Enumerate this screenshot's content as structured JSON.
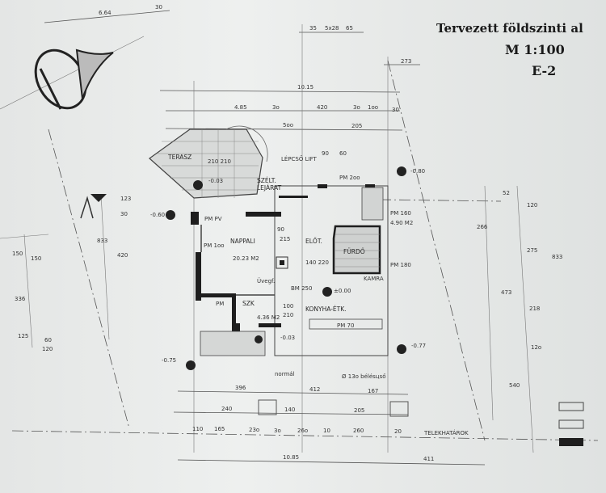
{
  "title": {
    "text": "Tervezett földszinti al",
    "scale": "M 1:100",
    "sheet": "E-2"
  },
  "top_dims": [
    "6.64",
    "30",
    "35",
    "5x28",
    "65",
    "273",
    "10.15",
    "4.85",
    "3o",
    "420",
    "3o",
    "1oo",
    "30",
    "5oo",
    "205"
  ],
  "rooms": {
    "terasz": "TERASZ",
    "szelfogo": "SZÉLT.",
    "lejarat": "LEJÁRAT",
    "lepcso": "LÉPCSŐ LIFT",
    "nappali": "NAPPALI",
    "nappali_area": "20.23 M2",
    "eloter": "ELŐT.",
    "furdo": "FÜRDŐ",
    "kamra": "KAMRA",
    "konyha": "KONYHA-ÉTK.",
    "szk": "SZK",
    "szk_area": "4.36 M2",
    "furdo_area": "4.90 M2",
    "ureg": "Üvegf.",
    "telekhatarok": "TELEKHATÁROK",
    "belesco": "Ø 13o bélésцső",
    "normal": "normál"
  },
  "markers": {
    "pm_200": "PM 2oo",
    "pm_pv": "PM PV",
    "pm_100": "PM 1oo",
    "pm_160": "PM 160",
    "pm_180": "PM 180",
    "pm": "PM",
    "pm_70": "PM 70",
    "bm_250": "BM 250"
  },
  "levels": [
    "-0.80",
    "-0.60",
    "-0.03",
    "±0.00",
    "-0.75",
    "-0.77",
    "-0.03"
  ],
  "inner_dims": [
    "90",
    "60",
    "90",
    "215",
    "140 220",
    "210 210",
    "100",
    "210"
  ],
  "bottom_dims": [
    "396",
    "412",
    "167",
    "240",
    "140",
    "205",
    "110",
    "165",
    "23o",
    "3o",
    "26o",
    "10",
    "260",
    "20",
    "10.85",
    "411"
  ],
  "left_dims": [
    "150",
    "150",
    "336",
    "125",
    "60",
    "120",
    "833",
    "420",
    "123",
    "30"
  ],
  "right_dims": [
    "52",
    "120",
    "266",
    "833",
    "275",
    "473",
    "218",
    "540",
    "12o"
  ]
}
